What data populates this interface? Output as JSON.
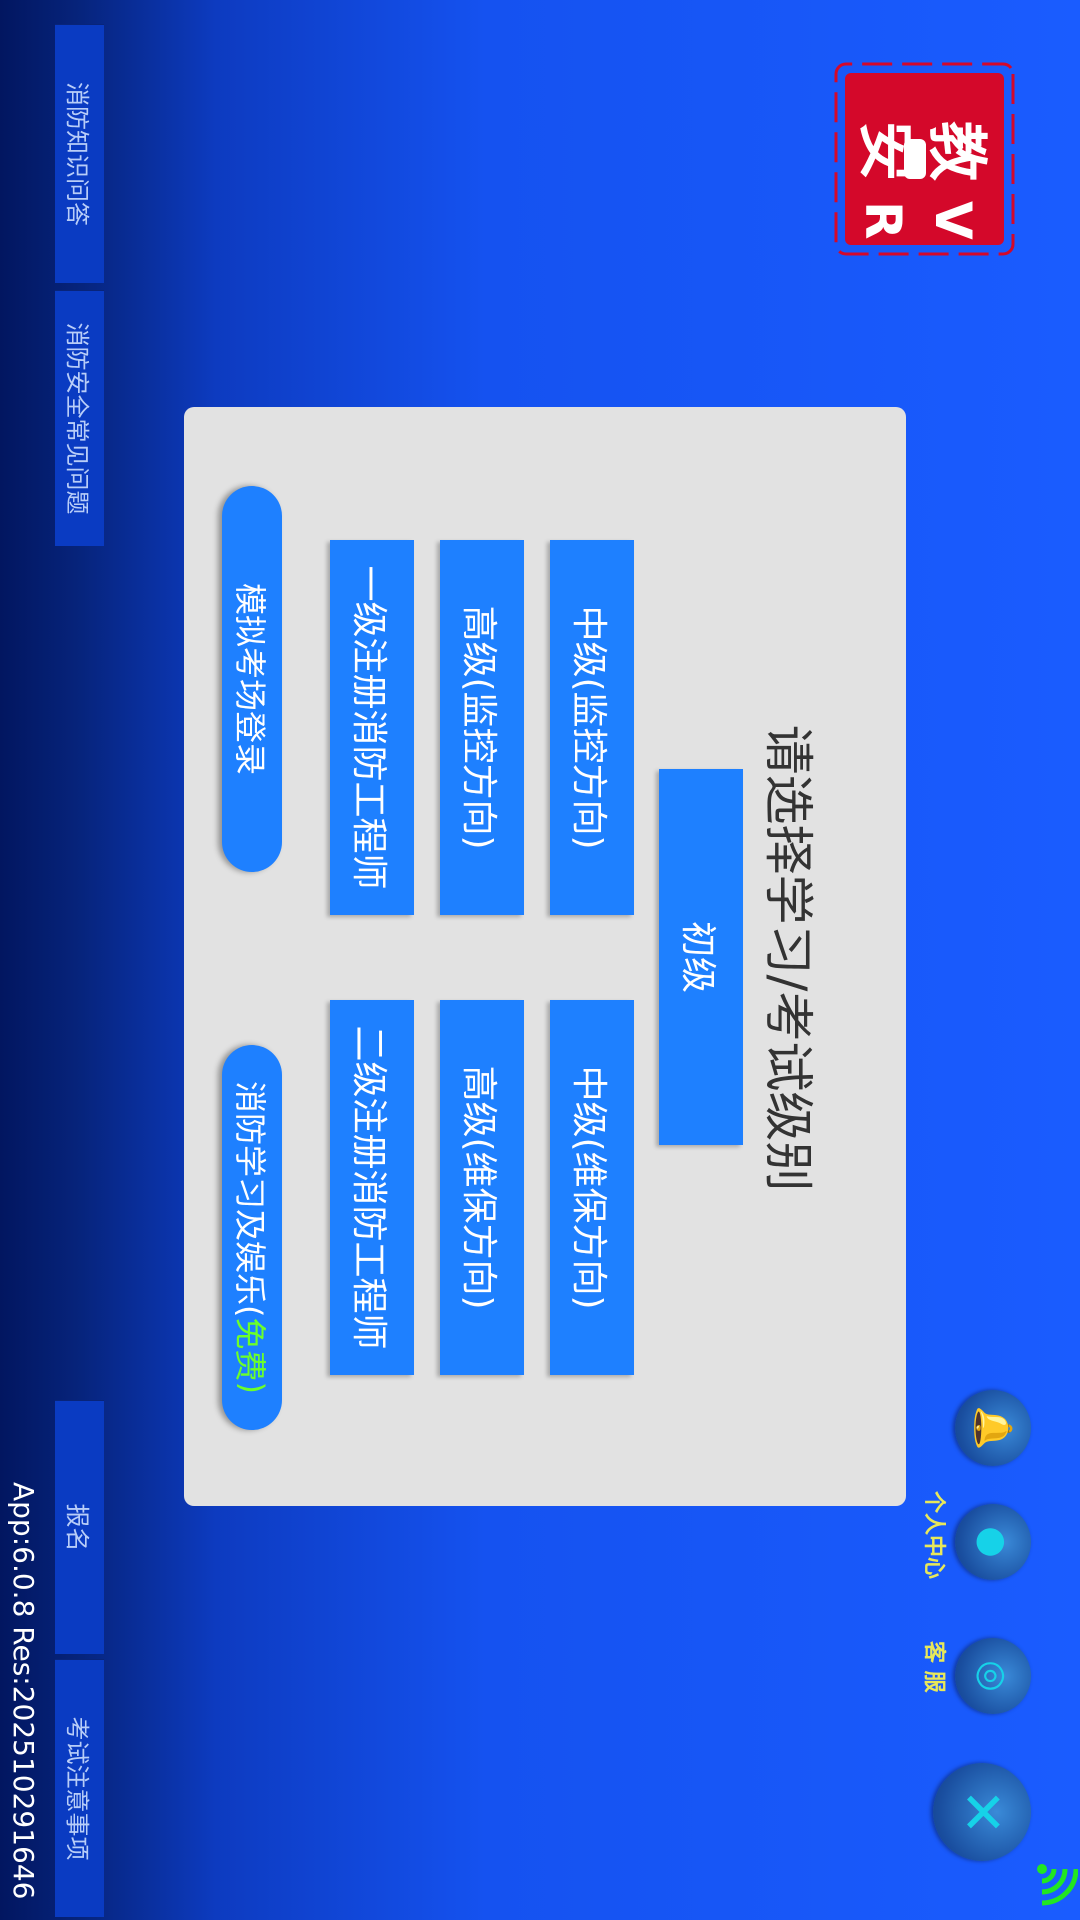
{
  "sidebar_tabs": [
    {
      "label": "消防知识问答"
    },
    {
      "label": "消防安全常见问题"
    },
    {
      "label": "报名"
    },
    {
      "label": "考试注意事项"
    }
  ],
  "logo": {
    "text": "教安VR",
    "colors": {
      "bg": "#d4082a",
      "fg": "#ffffff"
    }
  },
  "panel": {
    "title": "请选择学习/考试级别",
    "levels": [
      {
        "label": "初级"
      },
      {
        "label": "中级(监控方向)"
      },
      {
        "label": "中级(维保方向)"
      },
      {
        "label": "高级(监控方向)"
      },
      {
        "label": "高级(维保方向)"
      },
      {
        "label": "一级注册消防工程师"
      },
      {
        "label": "二级注册消防工程师"
      }
    ],
    "mock_exam_login": "模拟考场登录",
    "study_fun": {
      "label": "消防学习及娱乐(",
      "free": "免费",
      "close_paren": ")"
    }
  },
  "right_icons": [
    {
      "icon": "bell-icon"
    },
    {
      "icon": "person-icon",
      "label": "个人中心"
    },
    {
      "icon": "headset-icon",
      "label": "客 服"
    },
    {
      "icon": "close-icon"
    }
  ],
  "version": "App:6.0.8 Res:202510291646",
  "colors": {
    "accent": "#1e80ff",
    "panel": "#e2e2e2",
    "free": "#6cff2a",
    "signal": "#22e622"
  }
}
